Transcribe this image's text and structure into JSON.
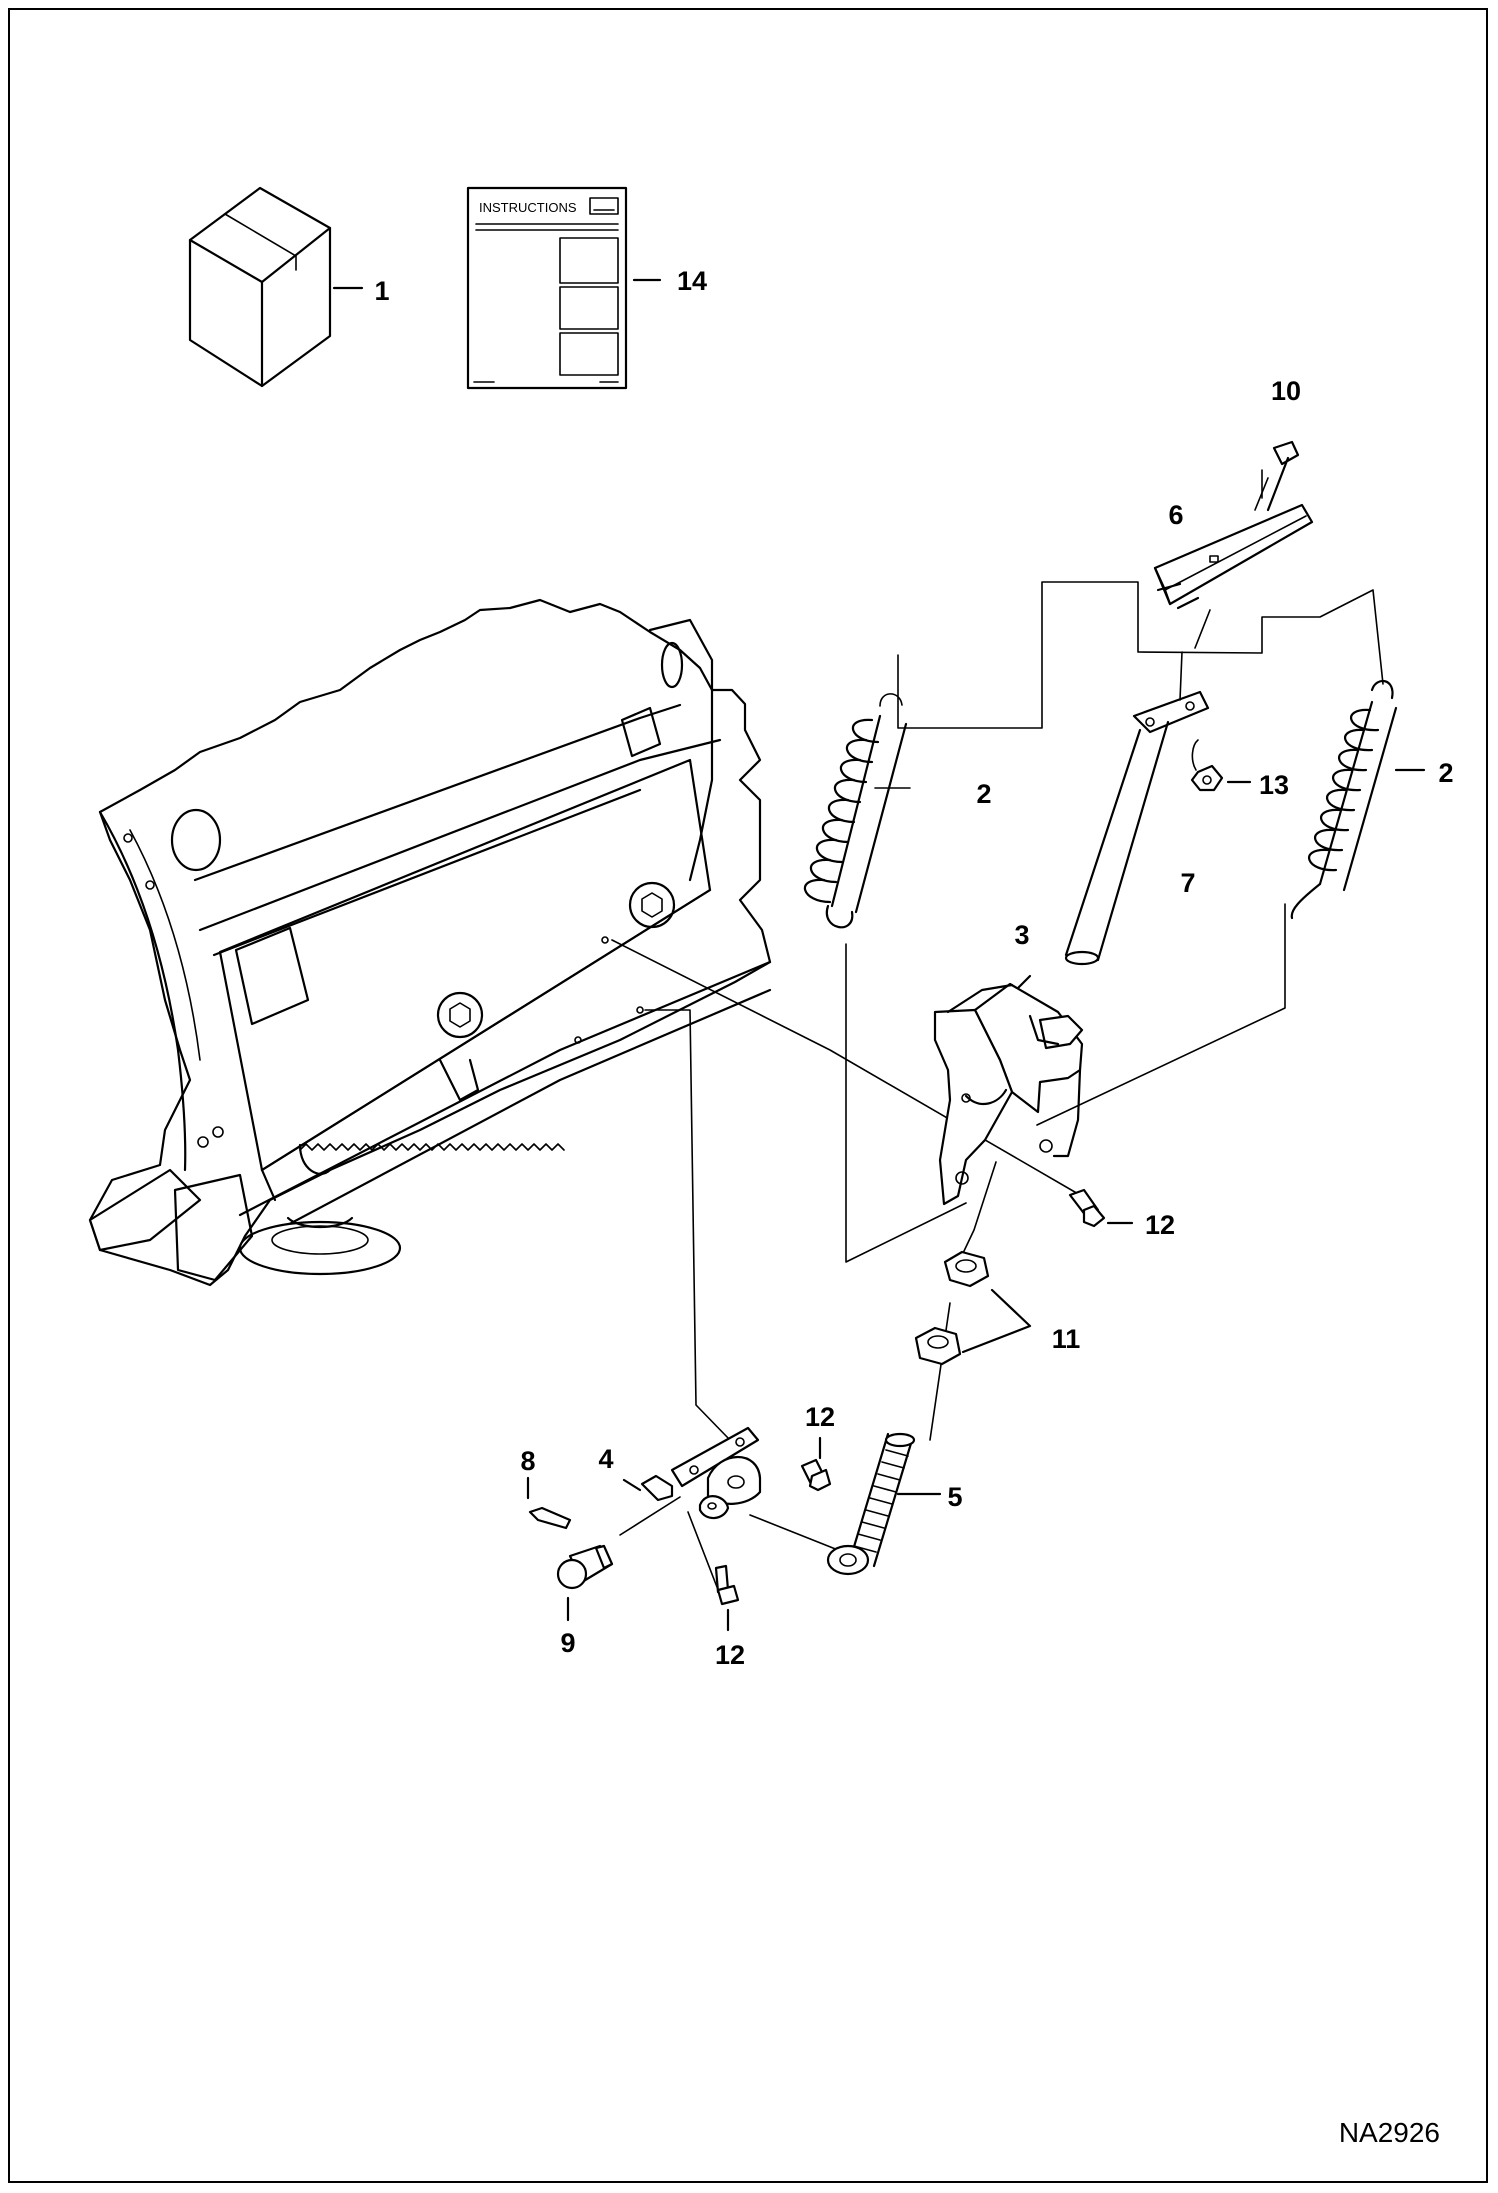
{
  "callouts": [
    {
      "id": "c1",
      "label": "1"
    },
    {
      "id": "c14",
      "label": "14"
    },
    {
      "id": "c10",
      "label": "10"
    },
    {
      "id": "c6",
      "label": "6"
    },
    {
      "id": "c2a",
      "label": "2"
    },
    {
      "id": "c2b",
      "label": "2"
    },
    {
      "id": "c13",
      "label": "13"
    },
    {
      "id": "c7",
      "label": "7"
    },
    {
      "id": "c3",
      "label": "3"
    },
    {
      "id": "c12a",
      "label": "12"
    },
    {
      "id": "c11",
      "label": "11"
    },
    {
      "id": "c12b",
      "label": "12"
    },
    {
      "id": "c8",
      "label": "8"
    },
    {
      "id": "c4",
      "label": "4"
    },
    {
      "id": "c5",
      "label": "5"
    },
    {
      "id": "c9",
      "label": "9"
    },
    {
      "id": "c12c",
      "label": "12"
    }
  ],
  "instructions_sheet_heading": "INSTRUCTIONS",
  "drawing_reference": "NA2926"
}
